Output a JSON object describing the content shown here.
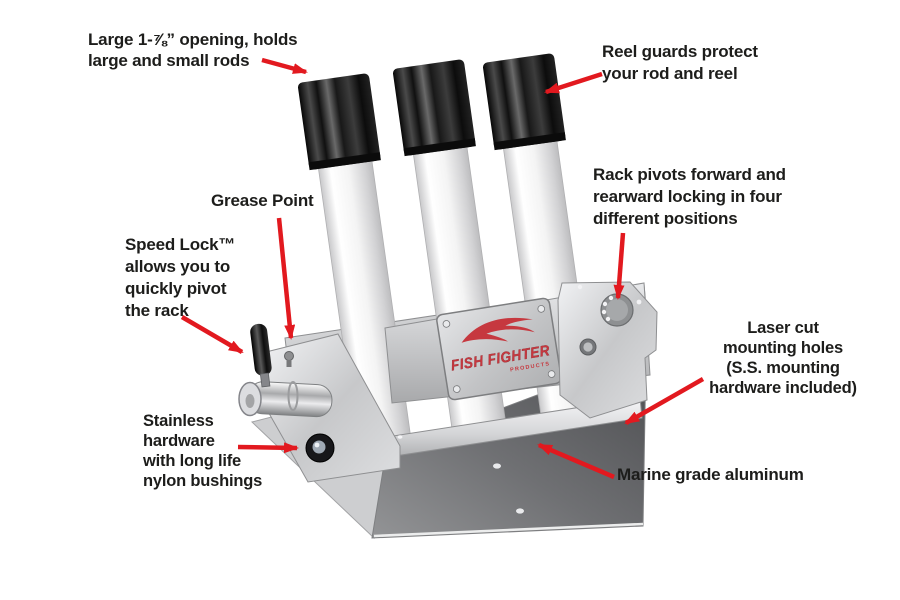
{
  "callouts": {
    "opening": {
      "lines": [
        "Large 1-⅞” opening, holds",
        "large and small rods"
      ]
    },
    "reel_guards": {
      "lines": [
        "Reel guards protect",
        "your rod and reel"
      ]
    },
    "grease_point": {
      "lines": [
        "Grease Point"
      ]
    },
    "speed_lock": {
      "lines": [
        "Speed Lock™",
        "allows you to",
        "quickly pivot",
        "the rack"
      ]
    },
    "rack_pivots": {
      "lines": [
        "Rack pivots forward and",
        "rearward locking in four",
        "different positions"
      ]
    },
    "laser_cut": {
      "lines": [
        "Laser cut",
        "mounting holes",
        "(S.S. mounting",
        "hardware included)"
      ]
    },
    "stainless_hardware": {
      "lines": [
        "Stainless",
        "hardware",
        "with long life",
        "nylon bushings"
      ]
    },
    "marine_grade": {
      "lines": [
        "Marine grade aluminum"
      ]
    }
  },
  "product": {
    "brand": "FISH FIGHTER",
    "brand_sub": "PRODUCTS"
  },
  "colors": {
    "arrow_red": "#e2191f",
    "label_text": "#1d1d1b",
    "logo_red": "#c6383f",
    "cap_black": "#111111",
    "base_gray": "#606164",
    "metal_light": "#dcdde0"
  }
}
